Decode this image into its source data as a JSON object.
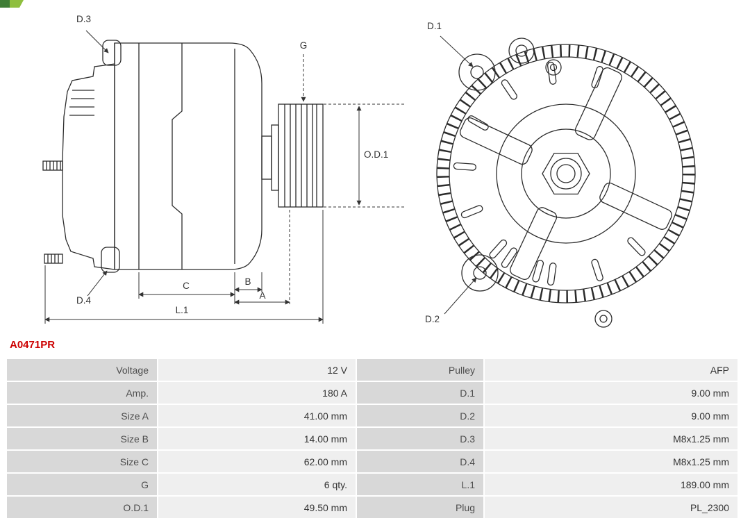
{
  "part_number": "A0471PR",
  "colors": {
    "part_number_red": "#cc0000",
    "label_cell_bg": "#d8d8d8",
    "value_cell_bg": "#efefef",
    "line_art": "#2b2b2b",
    "logo_green_dark": "#3f7d36",
    "logo_green_light": "#8fbf3f"
  },
  "diagram": {
    "side_labels": {
      "d3": "D.3",
      "g": "G",
      "od1": "O.D.1",
      "d4": "D.4",
      "c": "C",
      "b": "B",
      "a": "A",
      "l1": "L.1"
    },
    "front_labels": {
      "d1": "D.1",
      "d2": "D.2"
    }
  },
  "table": {
    "rows": [
      {
        "label1": "Voltage",
        "value1": "12 V",
        "label2": "Pulley",
        "value2": "AFP"
      },
      {
        "label1": "Amp.",
        "value1": "180 A",
        "label2": "D.1",
        "value2": "9.00 mm"
      },
      {
        "label1": "Size A",
        "value1": "41.00 mm",
        "label2": "D.2",
        "value2": "9.00 mm"
      },
      {
        "label1": "Size B",
        "value1": "14.00 mm",
        "label2": "D.3",
        "value2": "M8x1.25 mm"
      },
      {
        "label1": "Size C",
        "value1": "62.00 mm",
        "label2": "D.4",
        "value2": "M8x1.25 mm"
      },
      {
        "label1": "G",
        "value1": "6 qty.",
        "label2": "L.1",
        "value2": "189.00 mm"
      },
      {
        "label1": "O.D.1",
        "value1": "49.50 mm",
        "label2": "Plug",
        "value2": "PL_2300"
      }
    ]
  }
}
